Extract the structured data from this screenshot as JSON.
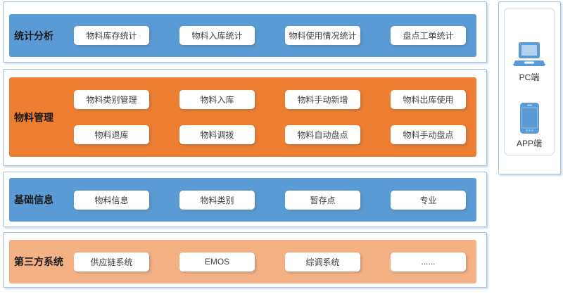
{
  "diagram": {
    "rows": [
      {
        "label": "统计分析",
        "color": "blue",
        "box_rows": [
          [
            "物料库存统计",
            "物料入库统计",
            "物料使用情况统计",
            "盘点工单统计"
          ]
        ]
      },
      {
        "label": "物料管理",
        "color": "orange",
        "box_rows": [
          [
            "物料类别管理",
            "物料入库",
            "物料手动新增",
            "物料出库使用"
          ],
          [
            "物料退库",
            "物料调拨",
            "物料自动盘点",
            "物料手动盘点"
          ]
        ]
      },
      {
        "label": "基础信息",
        "color": "blue",
        "box_rows": [
          [
            "物料信息",
            "物料类别",
            "暂存点",
            "专业"
          ]
        ]
      },
      {
        "label": "第三方系统",
        "color": "light_orange",
        "box_rows": [
          [
            "供应链系统",
            "EMOS",
            "综调系统",
            "......"
          ]
        ]
      }
    ],
    "side_panel": {
      "pc_label": "PC端",
      "app_label": "APP端",
      "icons": [
        "laptop-icon",
        "smartphone-icon"
      ]
    },
    "colors": {
      "blue": "#5B9BD5",
      "orange": "#ED7D31",
      "light_orange": "#F4B183",
      "container_border": "#A5C3E2",
      "icon_blue": "#5B9BD5",
      "icon_light": "#B3D2EE",
      "box_text": "#404040",
      "label_text": "#1A1A1A"
    }
  }
}
